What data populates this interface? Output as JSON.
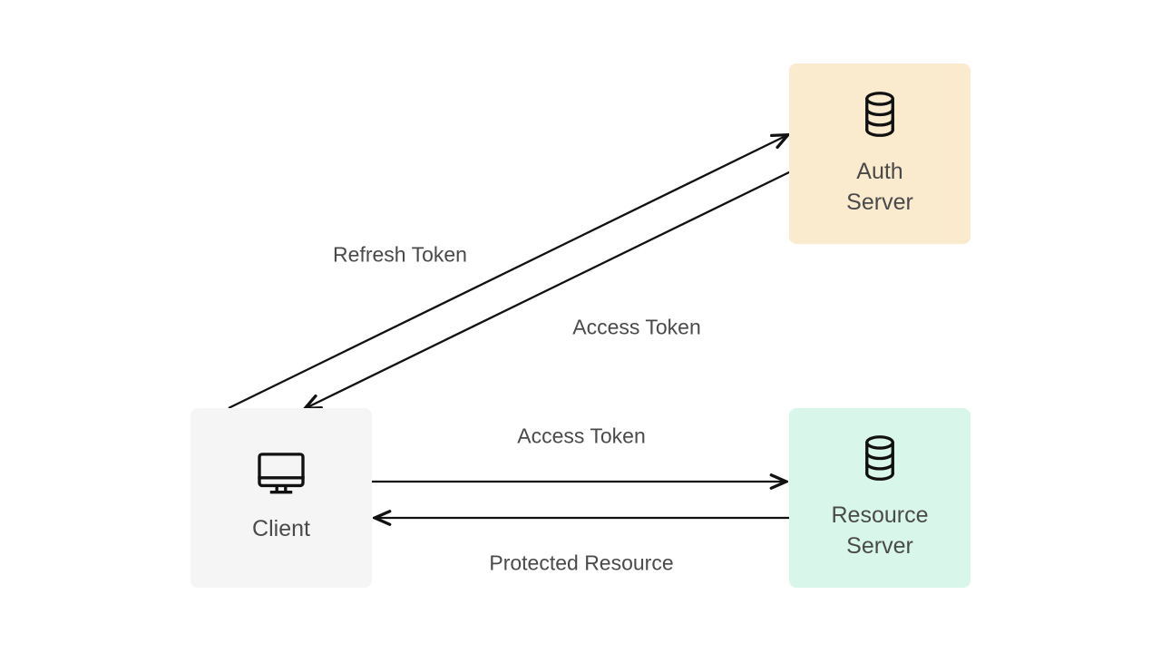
{
  "diagram": {
    "colors": {
      "canvas": "#FFFFFF",
      "line": "#111111",
      "text": "#4A4A4A",
      "auth-bg": "#FBEBCE",
      "client-bg": "#F5F5F5",
      "resource-bg": "#D9F6EB"
    },
    "nodes": [
      {
        "id": "auth-server",
        "label": "Auth Server",
        "icon": "database-icon"
      },
      {
        "id": "client",
        "label": "Client",
        "icon": "monitor-icon"
      },
      {
        "id": "resource-server",
        "label": "Resource Server",
        "icon": "database-icon"
      }
    ],
    "edges": [
      {
        "label": "Refresh Token",
        "from": "client",
        "to": "auth-server"
      },
      {
        "label": "Access Token",
        "from": "auth-server",
        "to": "client"
      },
      {
        "label": "Access Token",
        "from": "client",
        "to": "resource-server"
      },
      {
        "label": "Protected Resource",
        "from": "resource-server",
        "to": "client"
      }
    ]
  }
}
